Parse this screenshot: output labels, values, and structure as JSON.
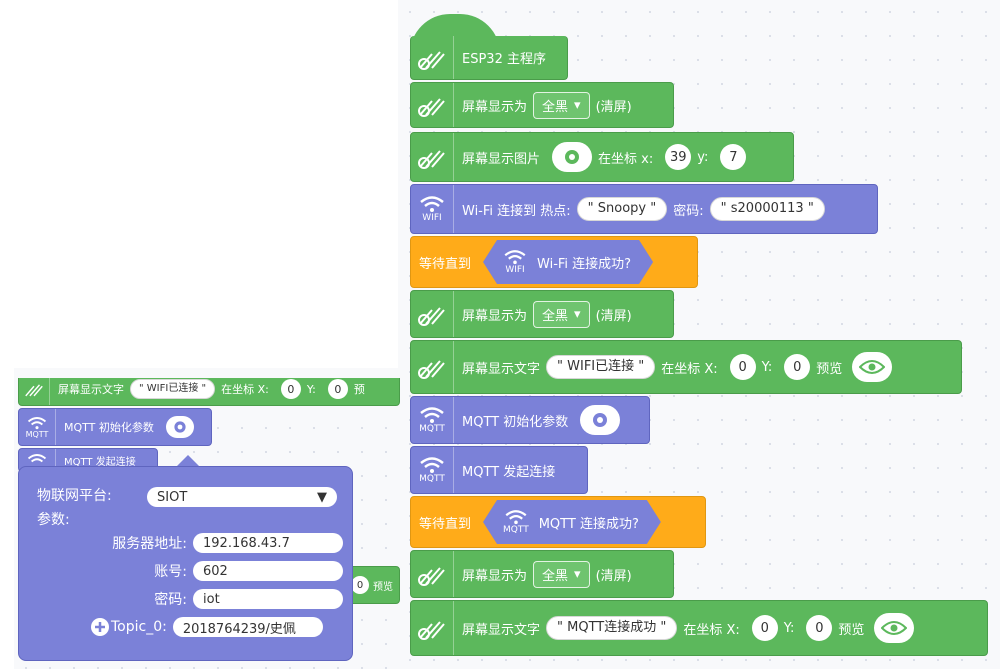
{
  "right": {
    "blocks": [
      {
        "kind": "hat",
        "text": "ESP32 主程序"
      },
      {
        "kind": "screen-show",
        "text": "屏幕显示为",
        "dropdown": "全黑",
        "suffix": "(清屏)"
      },
      {
        "kind": "show-image",
        "text": "屏幕显示图片",
        "at": "在坐标 x:",
        "x": "39",
        "ylabel": "y:",
        "y": "7"
      },
      {
        "kind": "wifi-connect",
        "text": "Wi-Fi 连接到 热点:",
        "ssid": "\" Snoopy \"",
        "pwdlabel": "密码:",
        "pwd": "\" s20000113 \""
      },
      {
        "kind": "wait",
        "text": "等待直到",
        "cond": "Wi-Fi 连接成功?"
      },
      {
        "kind": "screen-show",
        "text": "屏幕显示为",
        "dropdown": "全黑",
        "suffix": "(清屏)"
      },
      {
        "kind": "show-text",
        "text": "屏幕显示文字",
        "value": "\" WIFI已连接 \"",
        "at": "在坐标 X:",
        "x": "0",
        "ylabel": "Y:",
        "y": "0",
        "preview": "预览"
      },
      {
        "kind": "mqtt-init",
        "text": "MQTT 初始化参数"
      },
      {
        "kind": "mqtt-connect",
        "text": "MQTT 发起连接"
      },
      {
        "kind": "wait",
        "text": "等待直到",
        "cond": "MQTT 连接成功?"
      },
      {
        "kind": "screen-show",
        "text": "屏幕显示为",
        "dropdown": "全黑",
        "suffix": "(清屏)"
      },
      {
        "kind": "show-text",
        "text": "屏幕显示文字",
        "value": "\" MQTT连接成功 \"",
        "at": "在坐标 X:",
        "x": "0",
        "ylabel": "Y:",
        "y": "0",
        "preview": "预览"
      }
    ]
  },
  "left": {
    "partial_top": {
      "text": "屏幕显示文字",
      "value": "\" WIFI已连接 \"",
      "at": "在坐标 X:",
      "x": "0",
      "ylabel": "Y:",
      "y": "0",
      "preview": "预"
    },
    "mqtt_init": "MQTT 初始化参数",
    "mqtt_connect_partial": "MQTT 发起连接",
    "behind_preview": "预览",
    "behind_num": "0",
    "popup": {
      "platform_label": "物联网平台:",
      "platform_value": "SIOT",
      "params_label": "参数:",
      "server_label": "服务器地址:",
      "server_value": "192.168.43.7",
      "account_label": "账号:",
      "account_value": "602",
      "password_label": "密码:",
      "password_value": "iot",
      "topic_label": "Topic_0:",
      "topic_value": "2018764239/史佩"
    }
  },
  "icons": {
    "wifi_text": "WIFI",
    "mqtt_text": "MQTT"
  },
  "colors": {
    "looks_green": "#5cb85c",
    "wifi_blue": "#7b81d8",
    "control_orange": "#ffab19"
  }
}
